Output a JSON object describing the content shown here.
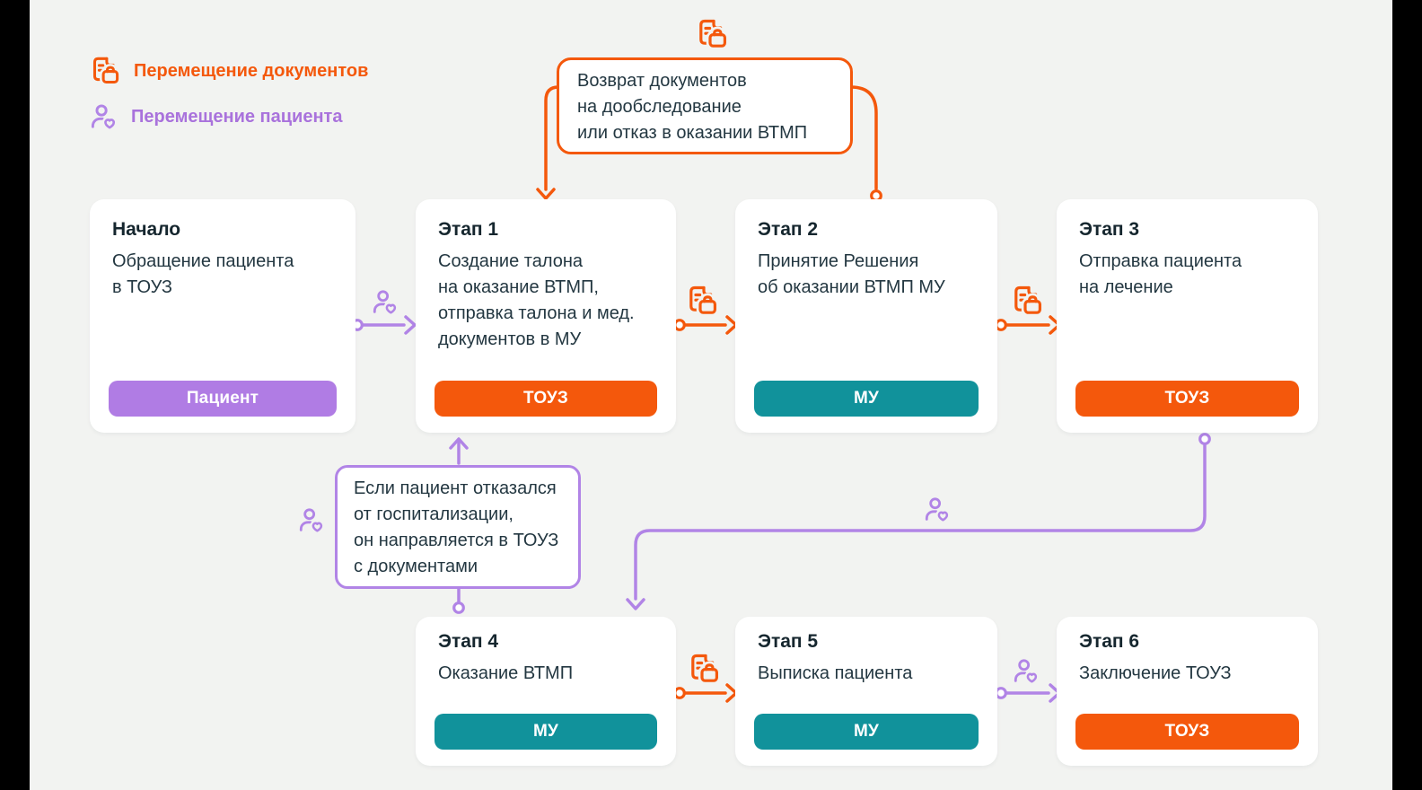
{
  "legend": {
    "items": [
      {
        "icon": "document-briefcase-icon",
        "label": "Перемещение документов",
        "color": "#F4580C"
      },
      {
        "icon": "patient-heart-icon",
        "label": "Перемещение пациента",
        "color": "#A972DC"
      }
    ]
  },
  "callouts": {
    "return_documents": {
      "icon": "document-briefcase-icon",
      "text": "Возврат документов\nна дообследование\nили отказ в оказании ВТМП"
    },
    "refusal": {
      "icon": "patient-heart-icon",
      "text": "Если пациент отказался\nот госпитализации,\nон направляется в ТОУЗ\nс документами"
    }
  },
  "cards": [
    {
      "id": "start",
      "title": "Начало",
      "body": "Обращение пациента\nв ТОУЗ",
      "badge": {
        "label": "Пациент",
        "color": "purple"
      }
    },
    {
      "id": "stage1",
      "title": "Этап 1",
      "body": "Создание талона\nна оказание ВТМП,\nотправка талона и мед.\nдокументов в МУ",
      "badge": {
        "label": "ТОУЗ",
        "color": "orange"
      }
    },
    {
      "id": "stage2",
      "title": "Этап 2",
      "body": "Принятие Решения\nоб оказании ВТМП МУ",
      "badge": {
        "label": "МУ",
        "color": "teal"
      }
    },
    {
      "id": "stage3",
      "title": "Этап 3",
      "body": "Отправка пациента\nна лечение",
      "badge": {
        "label": "ТОУЗ",
        "color": "orange"
      }
    },
    {
      "id": "stage4",
      "title": "Этап 4",
      "body": "Оказание ВТМП",
      "badge": {
        "label": "МУ",
        "color": "teal"
      }
    },
    {
      "id": "stage5",
      "title": "Этап 5",
      "body": "Выписка пациента",
      "badge": {
        "label": "МУ",
        "color": "teal"
      }
    },
    {
      "id": "stage6",
      "title": "Этап 6",
      "body": "Заключение ТОУЗ",
      "badge": {
        "label": "ТОУЗ",
        "color": "orange"
      }
    }
  ],
  "connectors": [
    {
      "from": "start",
      "to": "stage1",
      "type": "patient"
    },
    {
      "from": "stage1",
      "to": "stage2",
      "type": "documents"
    },
    {
      "from": "stage2",
      "to": "stage3",
      "type": "documents"
    },
    {
      "from": "stage2",
      "to": "stage1",
      "type": "documents",
      "via": "return_documents"
    },
    {
      "from": "stage3",
      "to": "stage4",
      "type": "patient"
    },
    {
      "from": "stage4",
      "to": "stage1",
      "type": "patient",
      "via": "refusal"
    },
    {
      "from": "stage4",
      "to": "stage5",
      "type": "documents"
    },
    {
      "from": "stage5",
      "to": "stage6",
      "type": "patient"
    }
  ],
  "colors": {
    "background": "#F2F3F1",
    "frame": "#000000",
    "card": "#FFFFFF",
    "orange": "#F4580C",
    "purple": "#B184E6",
    "purple_badge": "#B07CE4",
    "purple_text": "#A972DC",
    "teal": "#11929B",
    "title_text": "#15262E",
    "body_text": "#233741"
  }
}
